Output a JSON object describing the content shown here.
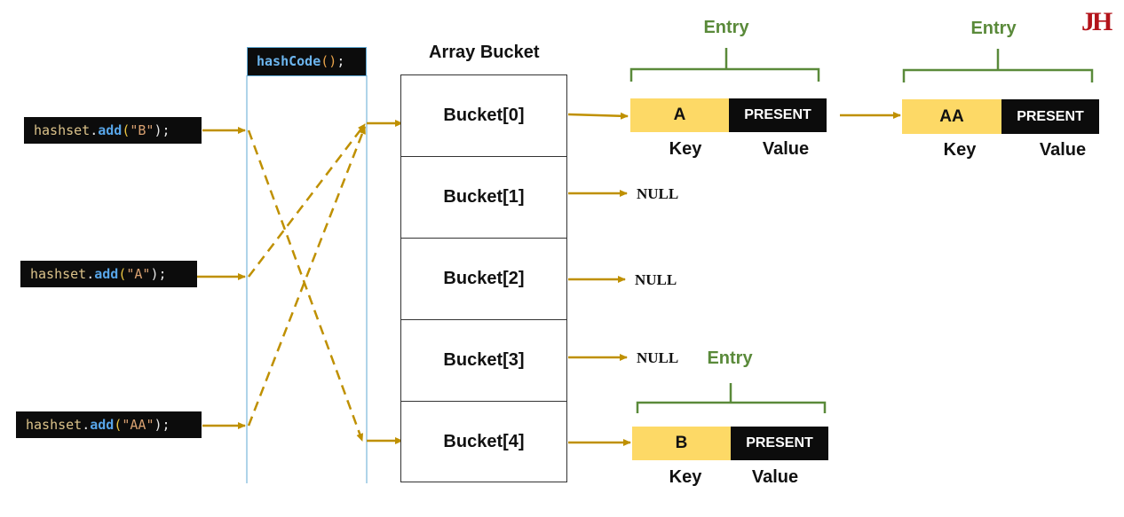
{
  "calls": [
    {
      "object": "hashset",
      "dot": ".",
      "method": "add",
      "open": "(",
      "arg": "\"B\"",
      "close": ");"
    },
    {
      "object": "hashset",
      "dot": ".",
      "method": "add",
      "open": "(",
      "arg": "\"A\"",
      "close": ");"
    },
    {
      "object": "hashset",
      "dot": ".",
      "method": "add",
      "open": "(",
      "arg": "\"AA\"",
      "close": ");"
    }
  ],
  "hash_function": {
    "name": "hashCode",
    "parens": "()",
    "semicolon": ";"
  },
  "array": {
    "title": "Array Bucket",
    "buckets": [
      "Bucket[0]",
      "Bucket[1]",
      "Bucket[2]",
      "Bucket[3]",
      "Bucket[4]"
    ]
  },
  "null_label": "NULL",
  "entries": [
    {
      "label": "Entry",
      "key": "A",
      "value": "PRESENT",
      "key_caption": "Key",
      "value_caption": "Value"
    },
    {
      "label": "Entry",
      "key": "AA",
      "value": "PRESENT",
      "key_caption": "Key",
      "value_caption": "Value"
    },
    {
      "label": "Entry",
      "key": "B",
      "value": "PRESENT",
      "key_caption": "Key",
      "value_caption": "Value"
    }
  ],
  "logo": "JH",
  "colors": {
    "arrow": "#bf9000",
    "entry_brace": "#5a8a3a",
    "key_fill": "#fdd966",
    "value_fill": "#0c0c0c",
    "lane_line": "#5fa8d3",
    "logo": "#b3131a"
  }
}
